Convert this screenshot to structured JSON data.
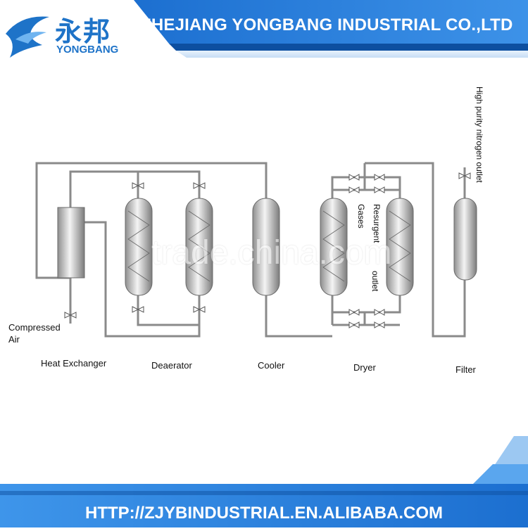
{
  "header": {
    "company_name": "ZHEJIANG YONGBANG INDUSTRIAL CO.,LTD",
    "logo_chinese": "永邦",
    "logo_english": "YONGBANG"
  },
  "diagram": {
    "labels": {
      "compressed_air": "Compressed\nAir",
      "heat_exchanger": "Heat Exchanger",
      "deaerator": "Deaerator",
      "cooler": "Cooler",
      "dryer": "Dryer",
      "filter": "Filter",
      "nitrogen_outlet": "High purity nitrogen outlet",
      "resurgent_gases": "Resurgent",
      "gases": "Gases",
      "outlet": "outlet"
    }
  },
  "watermark": "trade.china.com",
  "footer": {
    "url": "HTTP://ZJYBINDUSTRIAL.EN.ALIBABA.COM"
  },
  "colors": {
    "brand_blue": "#1e73c8",
    "dark_blue": "#0d4fa0",
    "pipe": "#8a8a8a"
  }
}
